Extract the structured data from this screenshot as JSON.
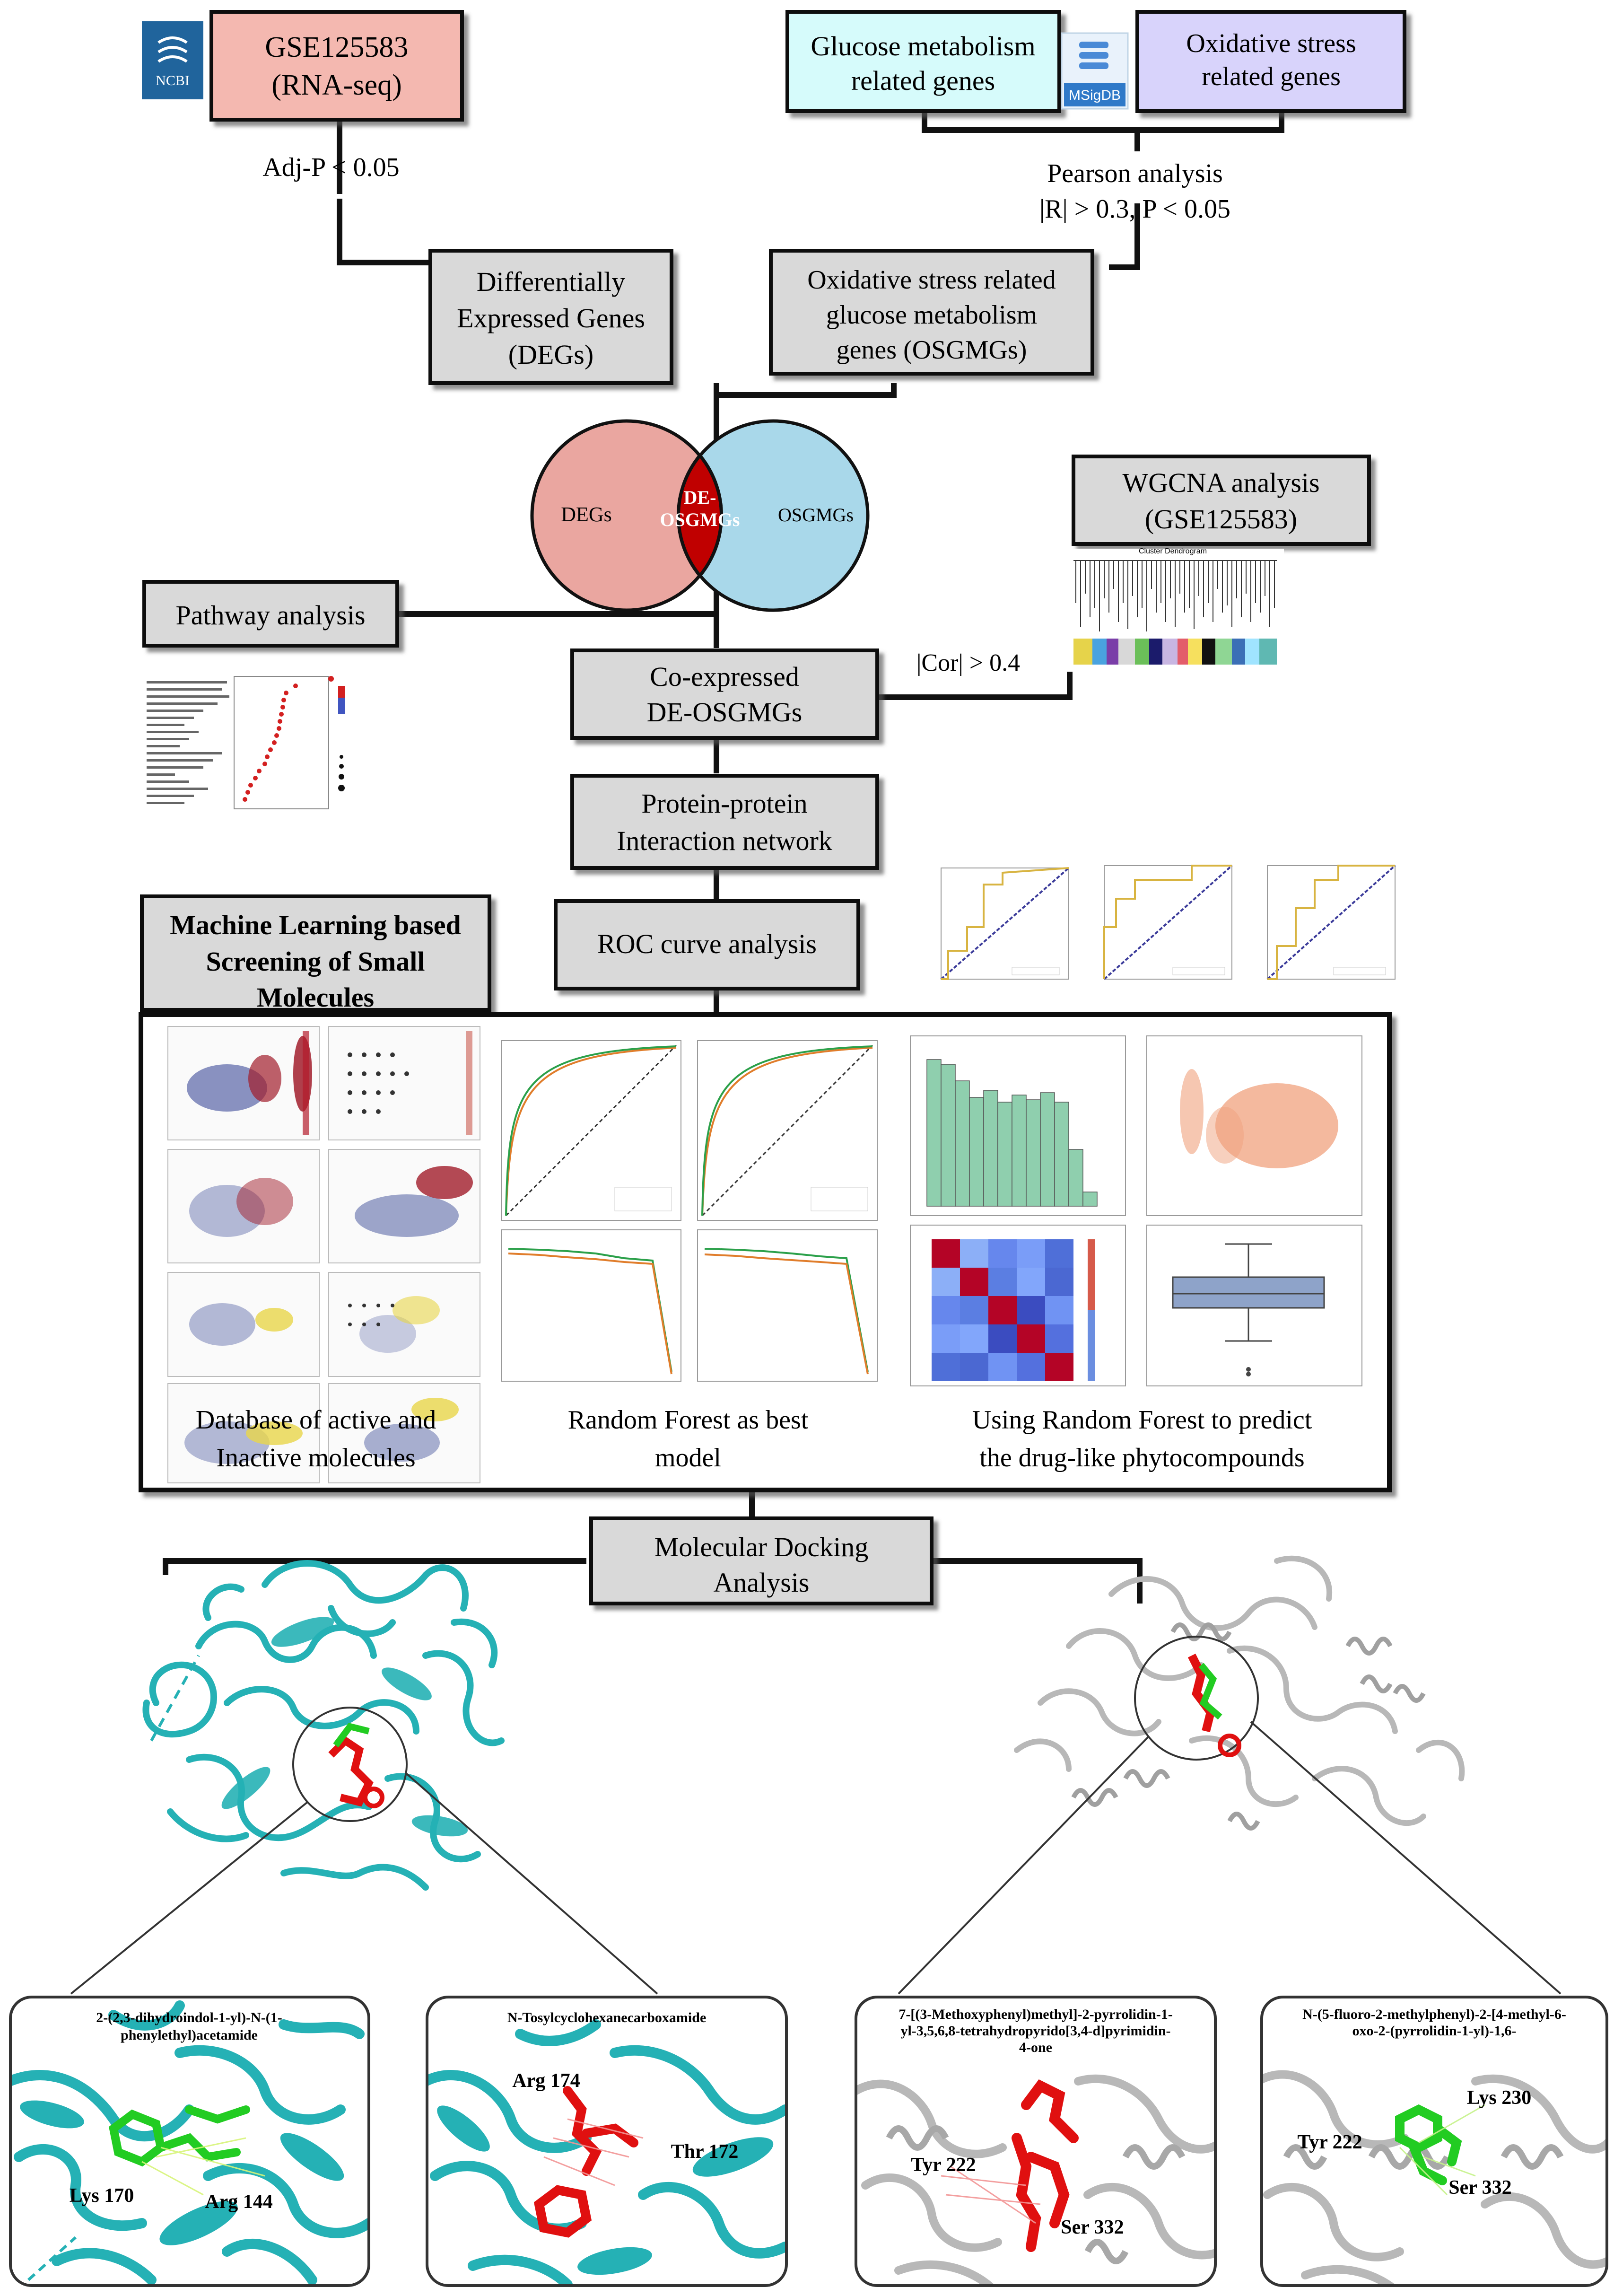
{
  "source": {
    "title": "GSE125583",
    "subtitle": "(RNA-seq)",
    "logo": "NCBI"
  },
  "filter_degs": "Adj-P < 0.05",
  "glucose": {
    "line1": "Glucose metabolism",
    "line2": "related genes"
  },
  "msigdb_logo": "MSigDB",
  "oxidative": {
    "line1": "Oxidative stress",
    "line2": "related genes"
  },
  "pearson": {
    "line1": "Pearson analysis",
    "line2": "|R| > 0.3, P < 0.05"
  },
  "degs_box": {
    "line1": "Differentially",
    "line2": "Expressed Genes",
    "line3": "(DEGs)"
  },
  "osgmgs_box": {
    "line1": "Oxidative stress related",
    "line2": "glucose metabolism",
    "line3": "genes (OSGMGs)"
  },
  "venn": {
    "left": "DEGs",
    "center_line1": "DE-",
    "center_line2": "OSGMGs",
    "right": "OSGMGs"
  },
  "wgcna": {
    "line1": "WGCNA analysis",
    "line2": "(GSE125583)",
    "dendro_title": "Cluster Dendrogram"
  },
  "pathway": "Pathway analysis",
  "cor_label": "|Cor| > 0.4",
  "coexpr": {
    "line1": "Co-expressed",
    "line2": "DE-OSGMGs"
  },
  "ppi": {
    "line1": "Protein-protein",
    "line2": "Interaction network"
  },
  "roc": "ROC curve analysis",
  "ml_title": {
    "line1": "Machine Learning based",
    "line2": "Screening of Small",
    "line3": "Molecules"
  },
  "ml_captions": {
    "c1_line1": "Database of active and",
    "c1_line2": "Inactive molecules",
    "c2_line1": "Random Forest as best",
    "c2_line2": "model",
    "c3_line1": "Using Random Forest to predict",
    "c3_line2": "the drug-like phytocompounds"
  },
  "docking": {
    "line1": "Molecular Docking",
    "line2": "Analysis"
  },
  "panels": [
    {
      "title_line1": "2-(2,3-dihydroindol-1-yl)-N-(1-",
      "title_line2": "phenylethyl)acetamide",
      "title_line3": "",
      "title_line4": "",
      "res1": "Lys 170",
      "res2": "Arg 144",
      "res3": ""
    },
    {
      "title_line1": "N-Tosylcyclohexanecarboxamide",
      "title_line2": "",
      "title_line3": "",
      "title_line4": "",
      "res1": "Arg 174",
      "res2": "Thr 172",
      "res3": ""
    },
    {
      "title_line1": "7-[(3-Methoxyphenyl)methyl]-2-pyrrolidin-1-",
      "title_line2": "yl-3,5,6,8-tetrahydropyrido[3,4-d]pyrimidin-",
      "title_line3": "4-one",
      "title_line4": "",
      "res1": "Tyr 222",
      "res2": "Ser 332",
      "res3": ""
    },
    {
      "title_line1": "N-(5-fluoro-2-methylphenyl)-2-[4-methyl-6-",
      "title_line2": "oxo-2-(pyrrolidin-1-yl)-1,6-",
      "title_line3": "",
      "title_line4": "",
      "res1": "Lys 230",
      "res2": "Tyr 222",
      "res3": "Ser 332"
    }
  ],
  "colors": {
    "gse_fill": "#f4b8b0",
    "glucose_fill": "#d6fbfb",
    "oxidative_fill": "#d8d3fb",
    "grey_box": "#d9d9d9",
    "venn_left": "#eaa6a0",
    "venn_right": "#a9d8ea",
    "venn_center": "#c00000",
    "teal": "#25b1b5",
    "green": "#22cc22",
    "red": "#e01010",
    "protein_grey": "#b8b8b8",
    "ncbi_blue": "#20649c"
  }
}
